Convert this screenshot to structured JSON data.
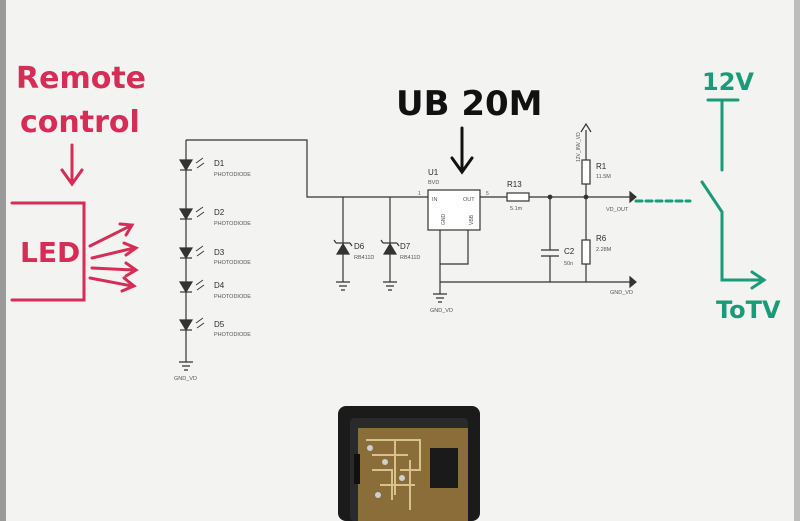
{
  "annotations": {
    "remote_line1": "Remote",
    "remote_line2": "control",
    "led": "LED",
    "chip_name": "UB 20M",
    "v12": "12V",
    "to_tv": "ToTV"
  },
  "schematic": {
    "photodiodes": [
      {
        "ref": "D1",
        "type": "PHOTODIODE"
      },
      {
        "ref": "D2",
        "type": "PHOTODIODE"
      },
      {
        "ref": "D3",
        "type": "PHOTODIODE"
      },
      {
        "ref": "D4",
        "type": "PHOTODIODE"
      },
      {
        "ref": "D5",
        "type": "PHOTODIODE"
      }
    ],
    "gnd_left": "GND_VD",
    "d6": {
      "ref": "D6",
      "type": "RB411D"
    },
    "d7": {
      "ref": "D7",
      "type": "RB411D"
    },
    "u1": {
      "ref": "U1",
      "value": "BVD",
      "pin_in": "IN",
      "pin_out": "OUT",
      "pin_gnd": "GND",
      "pin_vbb": "VBB",
      "pin1": "1",
      "pin5": "5"
    },
    "gnd_u1": "GND_VD",
    "r13": {
      "ref": "R13",
      "value": "5.1m"
    },
    "c2": {
      "ref": "C2",
      "value": "50n"
    },
    "r1": {
      "ref": "R1",
      "value": "11.5M"
    },
    "r6": {
      "ref": "R6",
      "value": "2.28M"
    },
    "supply": "12V_INV_VD",
    "vd_out": "VD_OUT",
    "gnd_right": "GND_VD"
  },
  "colors": {
    "ink_red": "#d62c55",
    "ink_green": "#1a9a78",
    "ink_black": "#111111",
    "board": "#f4f4f2"
  }
}
